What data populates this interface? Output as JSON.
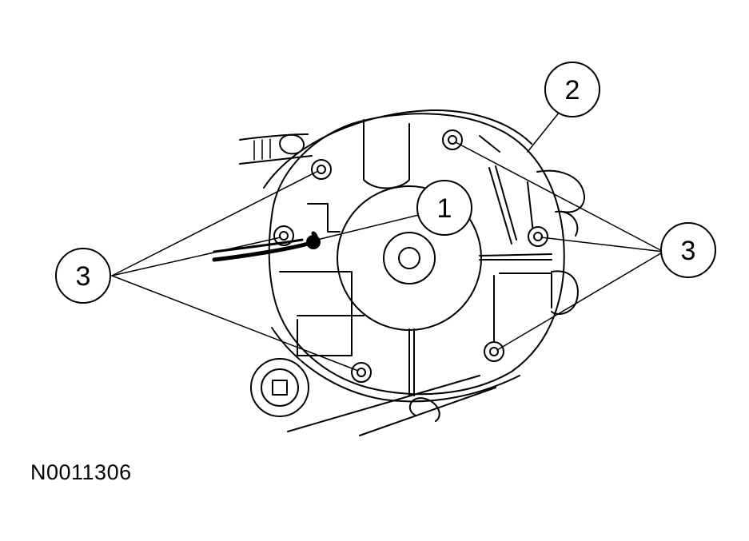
{
  "callouts": {
    "c1": "1",
    "c2": "2",
    "c3_left": "3",
    "c3_right": "3"
  },
  "figure_id": "N0011306"
}
